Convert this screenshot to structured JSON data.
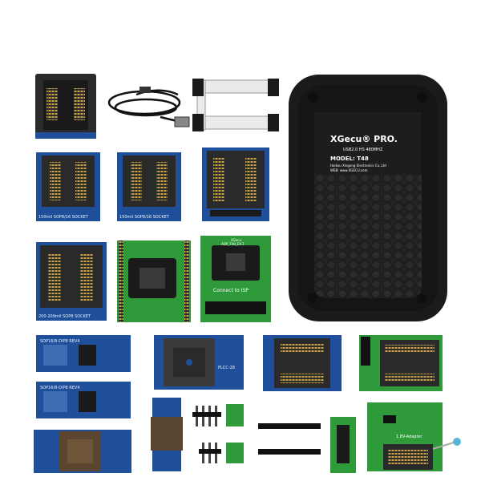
{
  "photo": {
    "background": "#ffffff",
    "colors": {
      "black_socket": "#2a2a2a",
      "blue_pcb": "#1f4f9a",
      "green_pcb": "#2e9a3a",
      "programmer_body": "#1b1b1b",
      "gold_pins": "#c9a245",
      "pcb_text": "#ffffff"
    },
    "programmer": {
      "brand_logo": "XGecu® PRO.",
      "spec_line": "USB2.0 HS 480MHZ",
      "model_line": "MODEL: T48",
      "company_line": "Haikou Xingong Electronics Co.,Ltd",
      "web_line": "WEB: www.XGECU.com"
    },
    "adapters": {
      "sop8_150_a": "150mil SOP8/16 SOCKET",
      "sop8_150_b": "150mil SOP8/16 SOCKET",
      "sop8_200": "200-209mil SOP8 SOCKET",
      "isp_board_top": "XGecu",
      "isp_board_sub": "ADP_T48_EX-1",
      "isp_board_connect": "Connect to ISP",
      "sop16_dip8_a": "SOP16/8-DIP8 REV4",
      "sop16_dip8_b": "SOP16/8-DIP8 REV4",
      "plcc": "PLCC-28",
      "green_adapter": "1.8V-Adapter"
    }
  }
}
